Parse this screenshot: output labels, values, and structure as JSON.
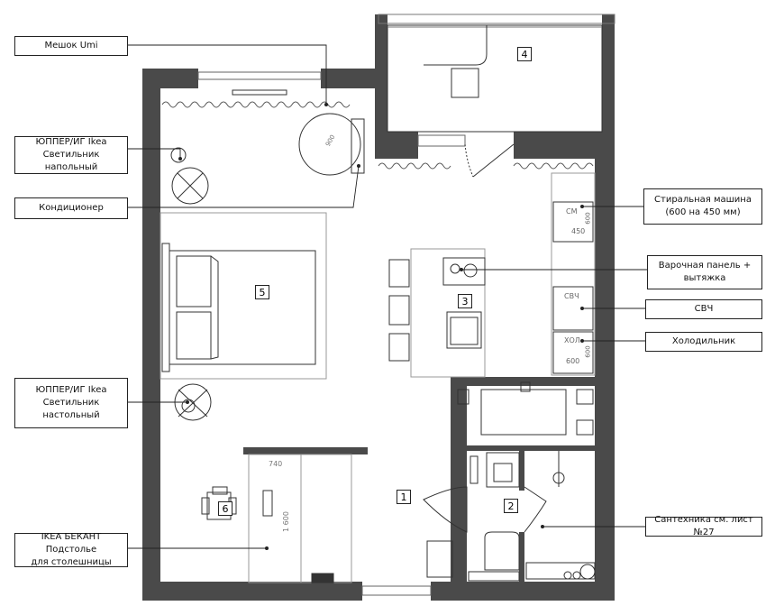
{
  "callouts": {
    "meshok": "Мешок Umi",
    "yupper_floor": "ЮППЕР/ИГ Ikea\nСветильник напольный",
    "conditioner": "Кондиционер",
    "yupper_table": "ЮППЕР/ИГ Ikea\nСветильник\nнастольный",
    "bekant": "IKEA БЕКАНТ Подстолье\nдля столешницы",
    "washing": "Стиральная машина\n(600 на 450 мм)",
    "hob": "Варочная панель +\nвытяжка",
    "microwave": "СВЧ",
    "fridge": "Холодильник",
    "plumbing": "Сантехника см. лист №27"
  },
  "rooms": [
    "1",
    "2",
    "3",
    "4",
    "5",
    "6"
  ],
  "plan_labels": {
    "sm": "СМ",
    "sm_w": "450",
    "sm_d": "600",
    "svch": "СВЧ",
    "hol": "ХОЛ",
    "hol_w": "600",
    "hol_d": "600",
    "desk_w": "740",
    "desk_l": "1 600",
    "beanbag": "900"
  }
}
